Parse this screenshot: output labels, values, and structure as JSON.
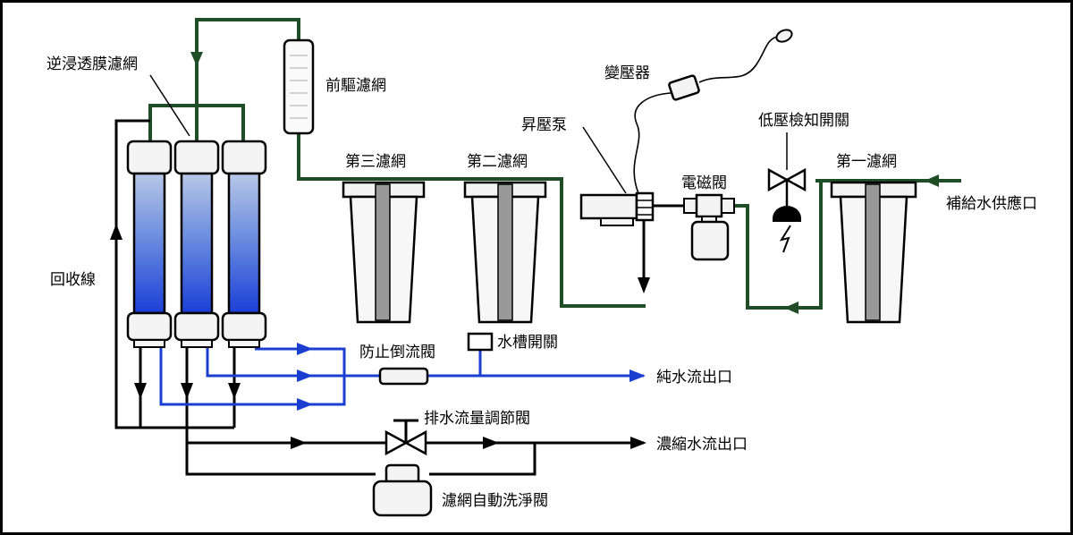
{
  "labels": {
    "ro_membrane": "逆浸透膜濾網",
    "pre_filter": "前驅濾網",
    "transformer": "變壓器",
    "booster_pump": "昇壓泵",
    "low_pressure_switch": "低壓檢知開關",
    "third_filter": "第三濾網",
    "second_filter": "第二濾網",
    "solenoid_valve": "電磁閥",
    "first_filter": "第一濾網",
    "supply_inlet": "補給水供應口",
    "return_line": "回收線",
    "check_valve": "防止倒流閥",
    "tank_switch": "水槽開關",
    "pure_outlet": "純水流出口",
    "drain_valve": "排水流量調節閥",
    "concentrate_outlet": "濃縮水流出口",
    "flush_valve": "濾網自動洗淨閥"
  },
  "colors": {
    "feed_line": "#1f4d26",
    "pure_line": "#1a3fd0",
    "drain_line": "#000000",
    "membrane_dark": "#1b3fd6",
    "membrane_light": "#b8c8e8",
    "housing_fill": "#f4f4f4",
    "outline": "#111111"
  }
}
